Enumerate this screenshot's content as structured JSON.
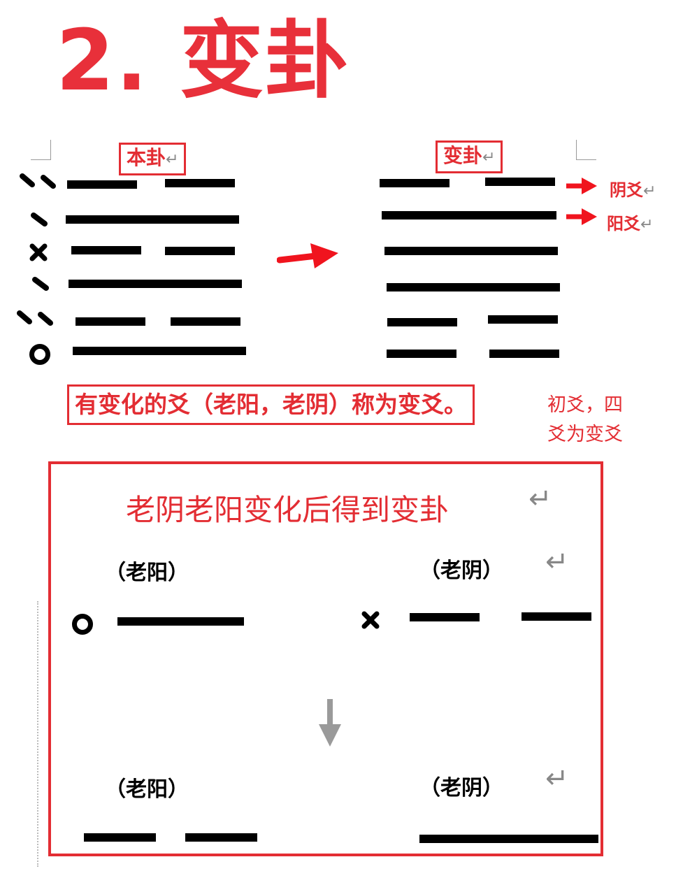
{
  "title": "2. 变卦",
  "original_hexagram": {
    "label": "本卦",
    "lines_top_to_bottom": [
      "yin",
      "yang",
      "yin",
      "yang",
      "yin",
      "yang"
    ],
    "markers_top_to_bottom": [
      "dots",
      "dash",
      "cross",
      "dash",
      "dots",
      "circle"
    ]
  },
  "changed_hexagram": {
    "label": "变卦",
    "lines_top_to_bottom": [
      "yin",
      "yang",
      "yang",
      "yang",
      "yin",
      "yin"
    ]
  },
  "return_mark": "↵",
  "side_labels": {
    "yin": "阴爻",
    "yang": "阳爻"
  },
  "note": "有变化的爻（老阳，老阴）称为变爻。",
  "comment_line1": "初爻，四",
  "comment_line2": "爻为变爻",
  "panel": {
    "title": "老阴老阳变化后得到变卦",
    "before_left": "（老阳）",
    "before_right": "（老阴）",
    "after_left": "（老阳）",
    "after_right": "（老阴）"
  },
  "colors": {
    "accent": "#e32d33",
    "arrow_gray": "#9a9a9a"
  }
}
